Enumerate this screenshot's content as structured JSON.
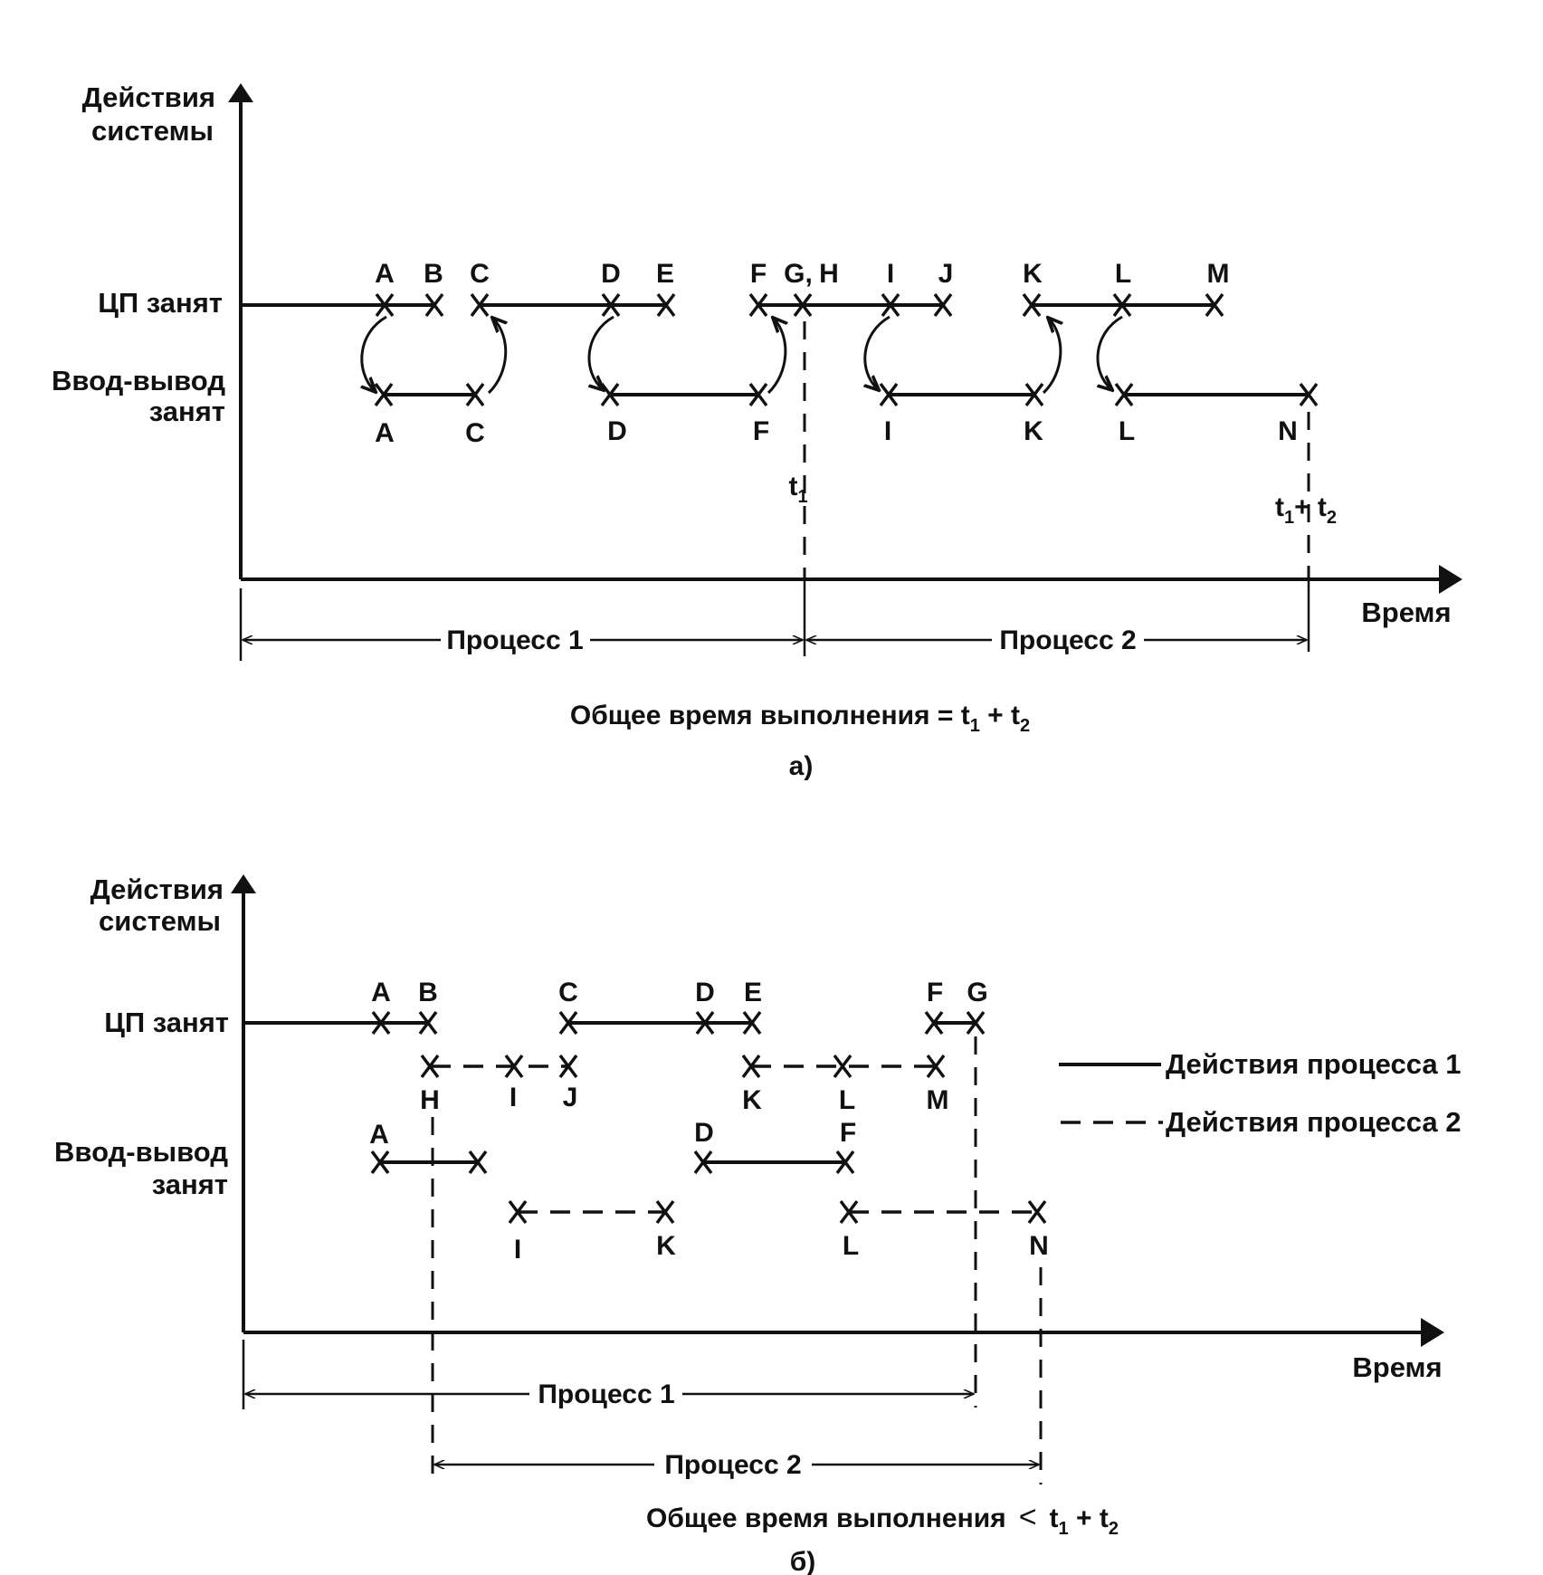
{
  "panel_a": {
    "y_axis_label_line1": "Действия",
    "y_axis_label_line2": "системы",
    "cpu_label": "ЦП занят",
    "io_label_line1": "Ввод-вывод",
    "io_label_line2": "занят",
    "x_axis_label": "Время",
    "cpu_points": [
      "A",
      "B",
      "C",
      "D",
      "E",
      "F",
      "G,",
      "H",
      "I",
      "J",
      "K",
      "L",
      "M"
    ],
    "io_points": [
      "A",
      "C",
      "D",
      "F",
      "I",
      "K",
      "L",
      "N"
    ],
    "t1_label": "t",
    "t1_sub": "1",
    "t1t2_label_a": "t",
    "t1t2_sub_a": "1",
    "t1t2_plus": "+ t",
    "t1t2_sub_b": "2",
    "process1_label": "Процесс 1",
    "process2_label": "Процесс 2",
    "total_text": "Общее время выполнения = t",
    "total_sub1": "1",
    "total_plus": " + t",
    "total_sub2": "2",
    "panel_caption": "а)"
  },
  "panel_b": {
    "y_axis_label_line1": "Действия",
    "y_axis_label_line2": "системы",
    "cpu_label": "ЦП занят",
    "io_label_line1": "Ввод-вывод",
    "io_label_line2": "занят",
    "x_axis_label": "Время",
    "cpu_p1_points": [
      "A",
      "B",
      "C",
      "D",
      "E",
      "F",
      "G"
    ],
    "cpu_p2_points": [
      "H",
      "I",
      "J",
      "K",
      "L",
      "M"
    ],
    "io_p1_points": [
      "A",
      "D",
      "F"
    ],
    "io_p2_points": [
      "I",
      "K",
      "L",
      "N"
    ],
    "legend_process1": "Действия процесса 1",
    "legend_process2": "Действия процесса 2",
    "process1_label": "Процесс 1",
    "process2_label": "Процесс 2",
    "total_text": "Общее время выполнения",
    "total_lt": "<",
    "total_t1": "t",
    "total_sub1": "1",
    "total_plus": " + t",
    "total_sub2": "2",
    "panel_caption": "б)"
  }
}
